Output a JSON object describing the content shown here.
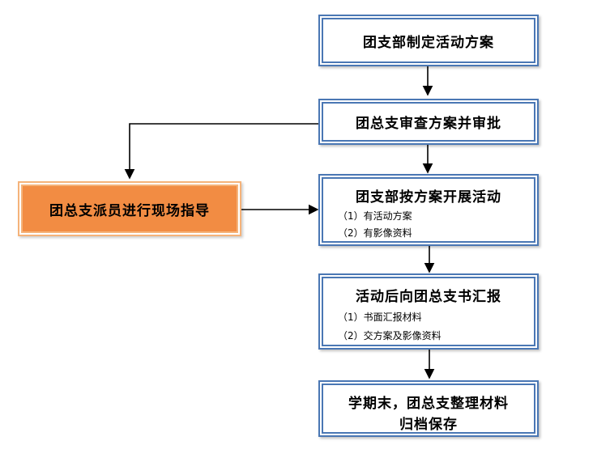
{
  "nodes": {
    "n1": {
      "title": "团支部制定活动方案"
    },
    "n2": {
      "title": "团总支审查方案并审批"
    },
    "n3": {
      "title": "团支部按方案开展活动",
      "items": [
        "（1）有活动方案",
        "（2）有影像资料"
      ]
    },
    "n4": {
      "title": "活动后向团总支书汇报",
      "items": [
        "（1）书面汇报材料",
        "（2）交方案及影像资料"
      ]
    },
    "n5": {
      "title_lines": [
        "学期末，团总支整理材料",
        "归档保存"
      ]
    },
    "side": {
      "title": "团总支派员进行现场指导"
    }
  },
  "colors": {
    "box_border": "#4a77b4",
    "side_fill": "#f28c43",
    "side_border": "#f5b37a",
    "arrow": "#000000"
  }
}
